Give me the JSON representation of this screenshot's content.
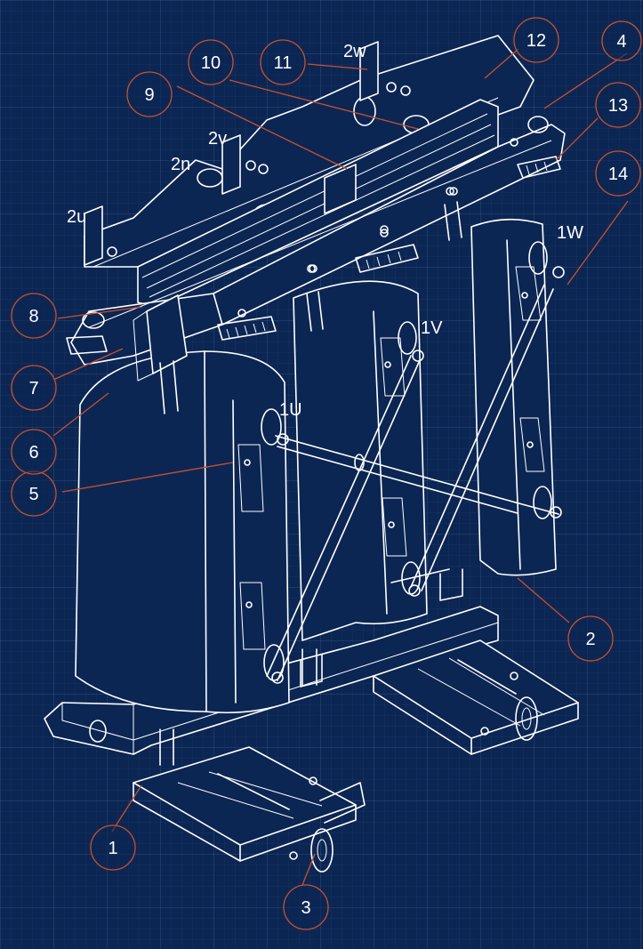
{
  "callouts": [
    {
      "id": "c1",
      "number": "1"
    },
    {
      "id": "c2",
      "number": "2"
    },
    {
      "id": "c3",
      "number": "3"
    },
    {
      "id": "c4",
      "number": "4"
    },
    {
      "id": "c5",
      "number": "5"
    },
    {
      "id": "c6",
      "number": "6"
    },
    {
      "id": "c7",
      "number": "7"
    },
    {
      "id": "c8",
      "number": "8"
    },
    {
      "id": "c9",
      "number": "9"
    },
    {
      "id": "c10",
      "number": "10"
    },
    {
      "id": "c11",
      "number": "11"
    },
    {
      "id": "c12",
      "number": "12"
    },
    {
      "id": "c13",
      "number": "13"
    },
    {
      "id": "c14",
      "number": "14"
    }
  ],
  "terminals": {
    "lv_2u": "2u",
    "lv_2n": "2n",
    "lv_2v": "2v",
    "lv_2w": "2w",
    "hv_1u": "1U",
    "hv_1v": "1V",
    "hv_1w": "1W"
  },
  "colors": {
    "background": "#0c2653",
    "linework": "#ffffff",
    "callout": "#c8512e"
  }
}
